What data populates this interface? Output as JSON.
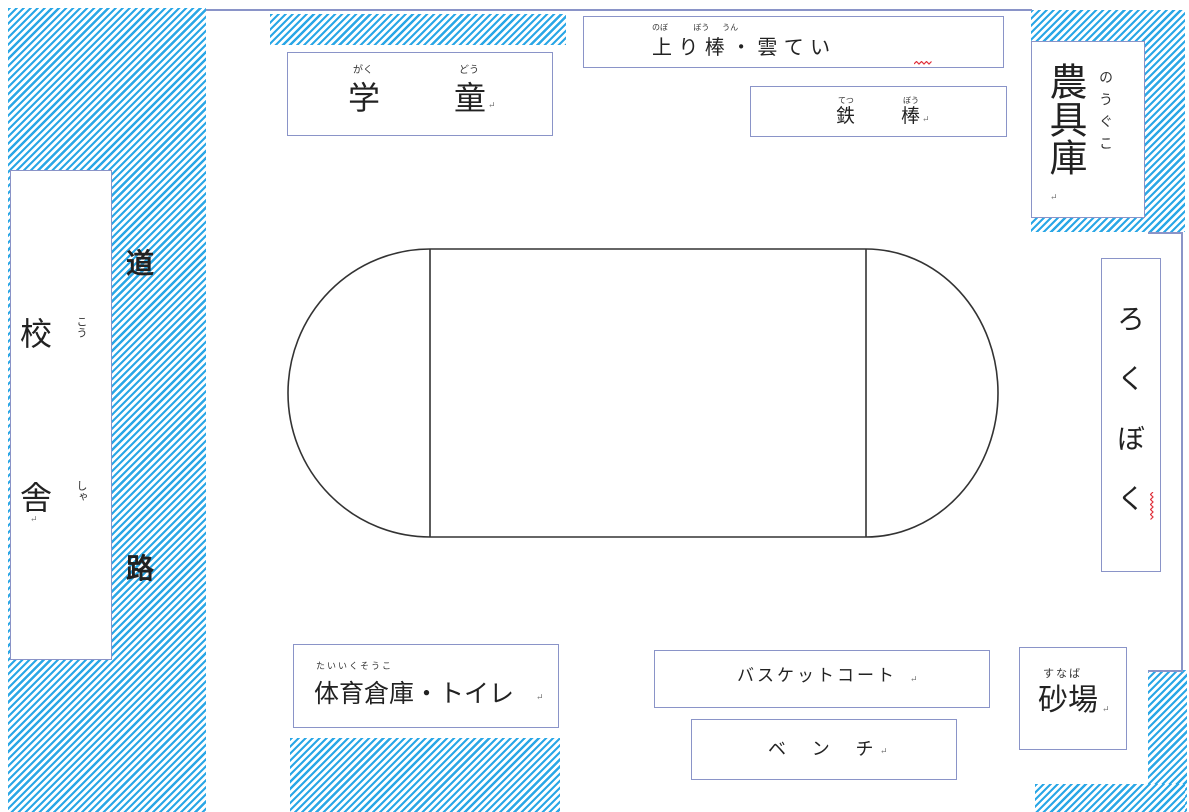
{
  "colors": {
    "hatch": "#2ba7e6",
    "box_border": "#8a94c8",
    "track": "#333333",
    "squiggle": "#e0303a"
  },
  "labels": {
    "kousha": {
      "k1": "校",
      "r1": "こう",
      "k2": "舎",
      "r2": "しゃ"
    },
    "douro": {
      "k1": "道",
      "k2": "路"
    },
    "gakudou": {
      "k1": "学",
      "r1": "がく",
      "k2": "童",
      "r2": "どう"
    },
    "noboribou": {
      "text": "上 り 棒 ・ 雲 て い",
      "ruby": "のぼ          ぼう     うん"
    },
    "tetsubou": {
      "k1": "鉄",
      "r1": "てつ",
      "k2": "棒",
      "r2": "ぼう"
    },
    "noguko": {
      "kanji": "農具庫",
      "ruby": "のうぐこ"
    },
    "rokuboku": {
      "text": "ろくぼく"
    },
    "taiiku": {
      "text": "体育倉庫・トイレ",
      "ruby": "たいいくそうこ"
    },
    "basket": {
      "text": "バスケットコート"
    },
    "bench": {
      "text": "ベ ン チ"
    },
    "sunaba": {
      "kanji": "砂場",
      "ruby": "すなば"
    }
  }
}
